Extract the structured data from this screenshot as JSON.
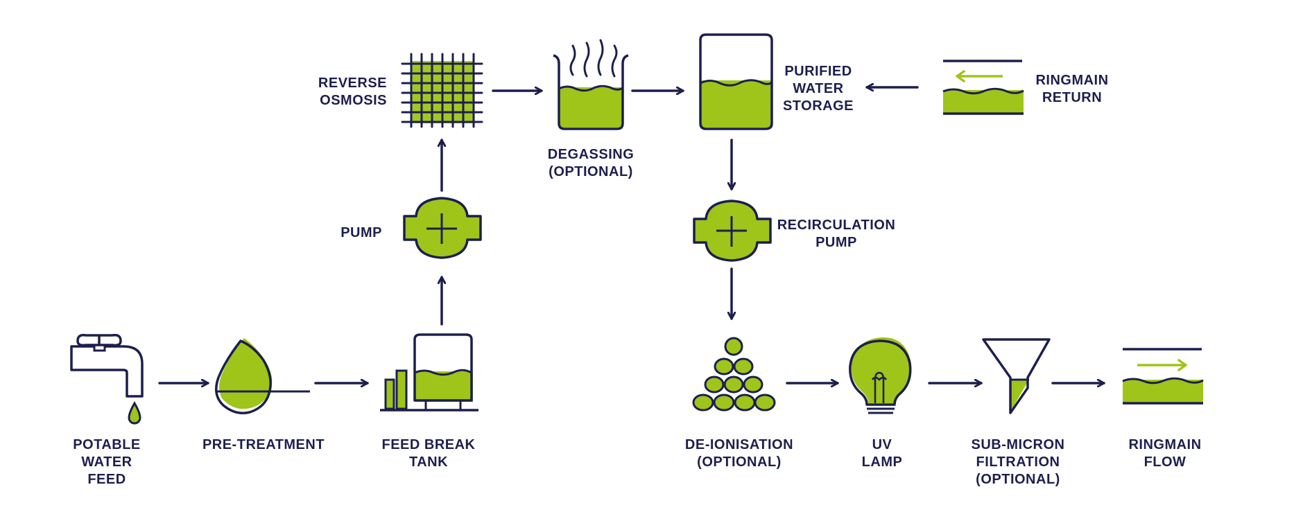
{
  "colors": {
    "navy": "#1c1f4d",
    "green": "#9fc41a",
    "background": "#ffffff"
  },
  "labels": {
    "potable_water_feed": [
      "POTABLE",
      "WATER",
      "FEED"
    ],
    "pre_treatment": [
      "PRE-TREATMENT"
    ],
    "feed_break_tank": [
      "FEED BREAK",
      "TANK"
    ],
    "pump": [
      "PUMP"
    ],
    "reverse_osmosis": [
      "REVERSE",
      "OSMOSIS"
    ],
    "degassing": [
      "DEGASSING",
      "(OPTIONAL)"
    ],
    "purified_water_storage": [
      "PURIFIED",
      "WATER",
      "STORAGE"
    ],
    "ringmain_return": [
      "RINGMAIN",
      "RETURN"
    ],
    "recirculation_pump": [
      "RECIRCULATION",
      "PUMP"
    ],
    "de_ionisation": [
      "DE-IONISATION",
      "(OPTIONAL)"
    ],
    "uv_lamp": [
      "UV",
      "LAMP"
    ],
    "sub_micron_filtration": [
      "SUB-MICRON",
      "FILTRATION",
      "(OPTIONAL)"
    ],
    "ringmain_flow": [
      "RINGMAIN",
      "FLOW"
    ]
  },
  "icons": {
    "potable_water_feed": "tap-icon",
    "pre_treatment": "water-drop-icon",
    "feed_break_tank": "tank-icon",
    "pump": "pump-icon",
    "reverse_osmosis": "membrane-grid-icon",
    "degassing": "steaming-beaker-icon",
    "purified_water_storage": "storage-tank-icon",
    "ringmain_return": "pipe-return-icon",
    "recirculation_pump": "pump-icon",
    "de_ionisation": "resin-beads-icon",
    "uv_lamp": "light-bulb-icon",
    "sub_micron_filtration": "funnel-icon",
    "ringmain_flow": "pipe-flow-icon"
  }
}
